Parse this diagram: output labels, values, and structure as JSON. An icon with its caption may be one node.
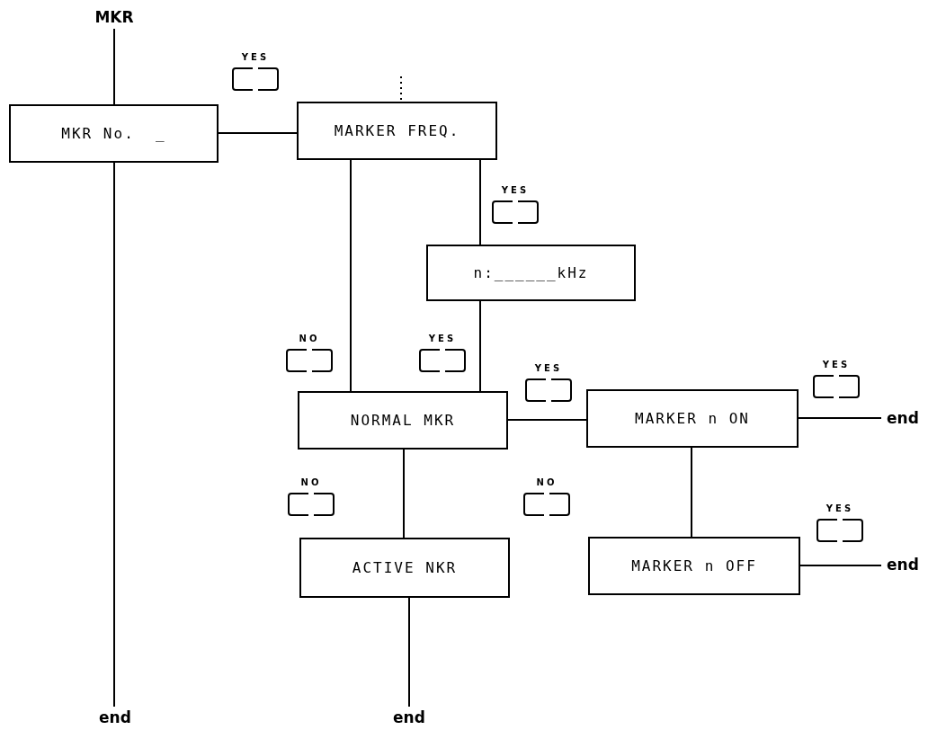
{
  "diagram": {
    "nodes": [
      {
        "text": [
          "MKR"
        ]
      },
      {
        "text": [
          "MKR No.  _"
        ]
      },
      {
        "text": [
          "MARKER FREQ."
        ]
      },
      {
        "text": [
          "n:______kHz"
        ]
      },
      {
        "text": [
          "NORMAL MKR"
        ]
      },
      {
        "text": [
          "MARKER n ON"
        ]
      },
      {
        "text": [
          "ACTIVE NKR"
        ]
      },
      {
        "text": [
          "MARKER n OFF"
        ]
      },
      {
        "text": [
          "end"
        ]
      },
      {
        "text": [
          "end"
        ]
      },
      {
        "text": [
          "end"
        ]
      },
      {
        "text": [
          "end"
        ]
      }
    ],
    "edges": [
      {
        "from": 0,
        "to": 1,
        "arrow": "none"
      },
      {
        "from": 1,
        "to": 2,
        "arrow": "none"
      },
      {
        "from": 1,
        "to": 8,
        "arrow": "none"
      },
      {
        "from": null,
        "to": 2,
        "arrow": "none",
        "style": "dashed"
      },
      {
        "from": 2,
        "to": 4,
        "arrow": "none"
      },
      {
        "from": 2,
        "to": 3,
        "arrow": "none"
      },
      {
        "from": 3,
        "to": 4,
        "arrow": "none"
      },
      {
        "from": 4,
        "to": 5,
        "arrow": "none"
      },
      {
        "from": 4,
        "to": 6,
        "arrow": "none"
      },
      {
        "from": 5,
        "to": 10,
        "arrow": "none"
      },
      {
        "from": 5,
        "to": 7,
        "arrow": "none"
      },
      {
        "from": 7,
        "to": 11,
        "arrow": "none"
      },
      {
        "from": 6,
        "to": 9,
        "arrow": "none"
      }
    ],
    "labels": [
      "YES",
      "YES",
      "NO",
      "YES",
      "YES",
      "YES",
      "NO",
      "NO",
      "YES"
    ]
  }
}
